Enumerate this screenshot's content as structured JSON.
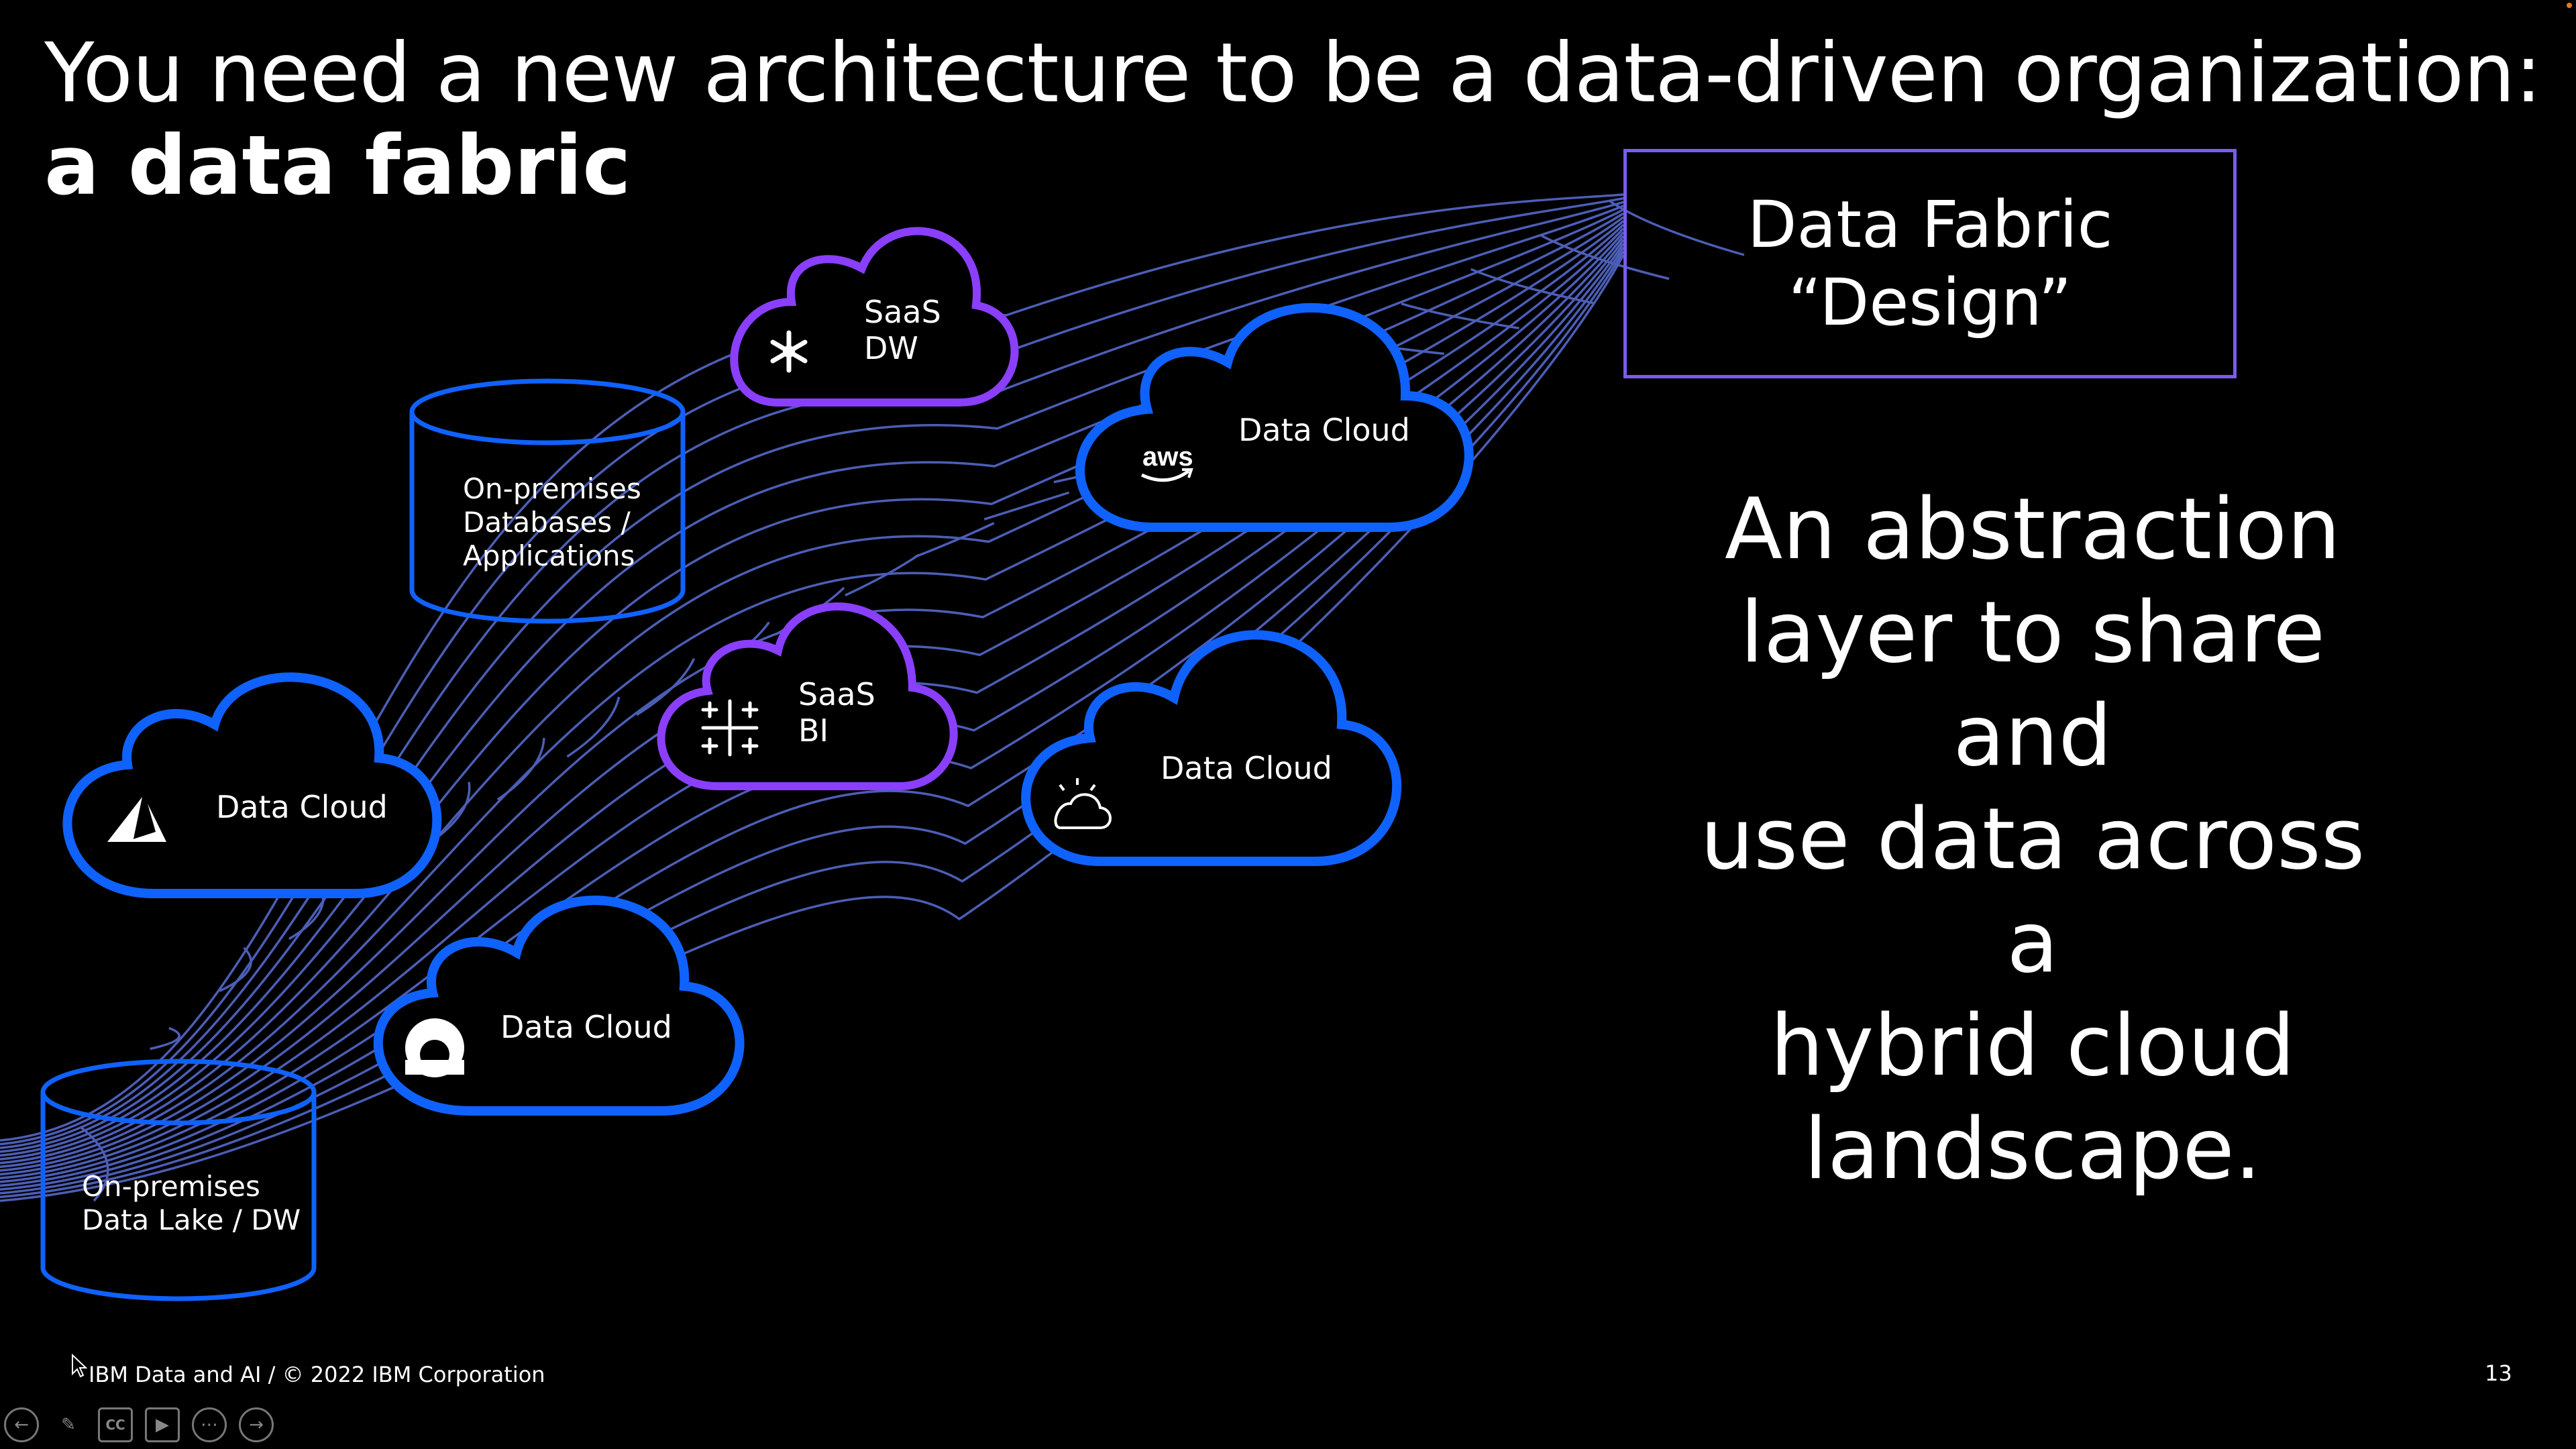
{
  "slide": {
    "title": "You need a new architecture to be a data-driven organization:",
    "title_bold": "a data fabric",
    "fabric_box": {
      "line1": "Data Fabric",
      "line2": "“Design”"
    },
    "abstraction_text": [
      "An abstraction",
      "layer to share and",
      "use data across a",
      "hybrid cloud",
      "landscape."
    ],
    "nodes": {
      "saas_dw": {
        "line1": "SaaS",
        "line2": "DW",
        "icon": "snowflake-icon"
      },
      "onprem_db": {
        "line1": "On-premises",
        "line2": "Databases /",
        "line3": "Applications"
      },
      "aws_cloud": {
        "label": "Data Cloud",
        "icon": "aws-icon",
        "icon_text": "aws"
      },
      "saas_bi": {
        "line1": "SaaS",
        "line2": "BI",
        "icon": "tableau-icon"
      },
      "ibm_cloud": {
        "label": "Data Cloud",
        "icon": "ibm-cloud-icon"
      },
      "azure_cloud": {
        "label": "Data Cloud",
        "icon": "azure-icon"
      },
      "google_cloud": {
        "label": "Data Cloud",
        "icon": "google-cloud-icon"
      },
      "onprem_lake": {
        "line1": "On-premises",
        "line2": "Data Lake / DW"
      }
    },
    "footer": "IBM Data and AI / © 2022 IBM Corporation",
    "page_number": "13"
  },
  "colors": {
    "background": "#000000",
    "blue": "#0f62fe",
    "purple": "#8a3ffc",
    "mesh": "#5a6fd6",
    "box_border": "#7a5cf0"
  },
  "toolbar": {
    "buttons": [
      "previous-icon",
      "pen-icon",
      "captions-icon",
      "video-icon",
      "more-icon",
      "next-icon"
    ],
    "captions_text": "CC"
  }
}
